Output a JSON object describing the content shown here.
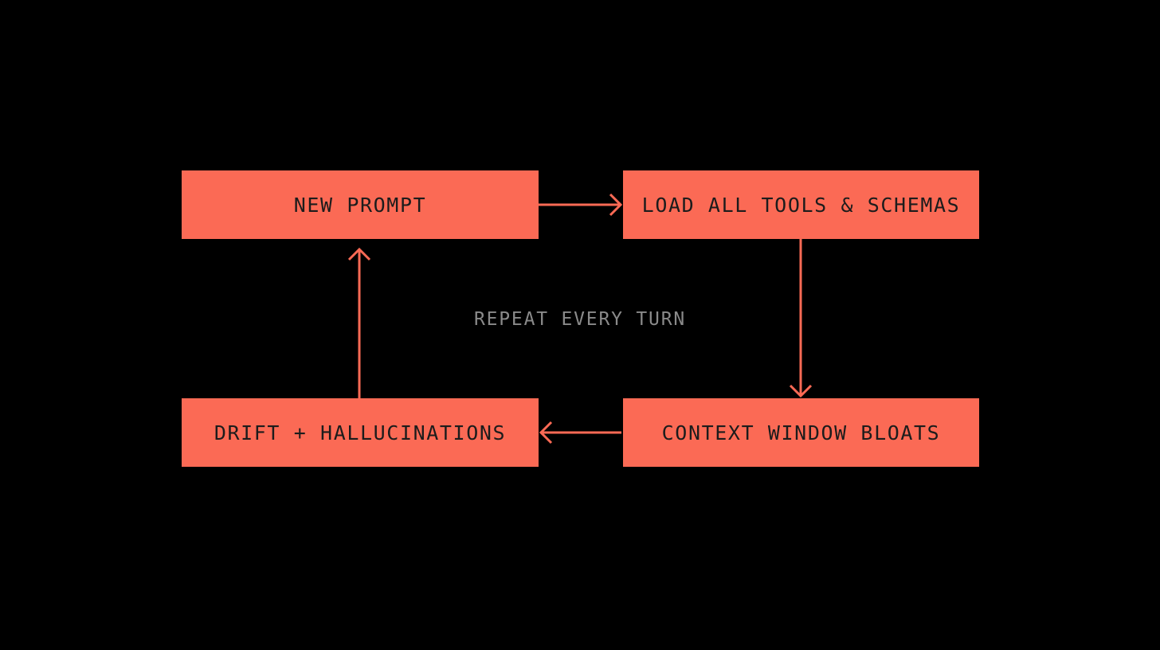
{
  "diagram": {
    "type": "cycle-flowchart",
    "background_color": "#000000",
    "node_fill_color": "#fb6a55",
    "node_text_color": "#1c1c1c",
    "arrow_color": "#fb6a55",
    "caption_text_color": "#8a8a8a",
    "caption": "REPEAT EVERY TURN",
    "nodes": [
      {
        "id": "new-prompt",
        "label": "NEW PROMPT"
      },
      {
        "id": "load-tools",
        "label": "LOAD ALL TOOLS & SCHEMAS"
      },
      {
        "id": "context-bloat",
        "label": "CONTEXT WINDOW BLOATS"
      },
      {
        "id": "drift",
        "label": "DRIFT + HALLUCINATIONS"
      }
    ],
    "edges": [
      {
        "id": "edge-new-prompt-to-load-tools",
        "from": "new-prompt",
        "to": "load-tools",
        "direction": "right"
      },
      {
        "id": "edge-load-tools-to-context",
        "from": "load-tools",
        "to": "context-bloat",
        "direction": "down"
      },
      {
        "id": "edge-context-to-drift",
        "from": "context-bloat",
        "to": "drift",
        "direction": "left"
      },
      {
        "id": "edge-drift-to-new-prompt",
        "from": "drift",
        "to": "new-prompt",
        "direction": "up"
      }
    ]
  }
}
